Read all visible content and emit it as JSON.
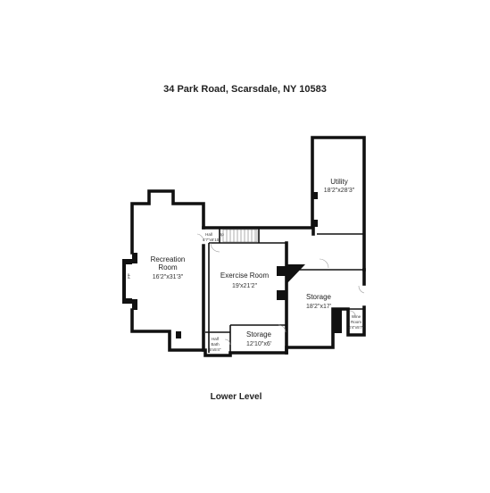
{
  "header": {
    "address": "34 Park Road, Scarsdale, NY 10583"
  },
  "footer": {
    "level": "Lower Level"
  },
  "rooms": {
    "utility": {
      "name": "Utility",
      "dims": "18'2\"x28'3\""
    },
    "recreation": {
      "name1": "Recreation",
      "name2": "Room",
      "dims": "16'2\"x31'3\""
    },
    "exercise": {
      "name": "Exercise Room",
      "dims": "19'x21'2\""
    },
    "storage_main": {
      "name": "Storage",
      "dims": "18'2\"x17'"
    },
    "storage_small": {
      "name": "Storage",
      "dims": "12'10\"x6'"
    },
    "half_bath": {
      "name1": "Half",
      "name2": "Bath",
      "dims": "5'x5'4\""
    },
    "hall": {
      "name": "Hall",
      "dims": "4'7\"x6'10\""
    },
    "wine_room": {
      "name1": "Wine",
      "name2": "Room",
      "dims": "4'4\"x5'7\""
    }
  },
  "labels": {
    "fireplace": "FP",
    "stairs_up": "Up"
  }
}
